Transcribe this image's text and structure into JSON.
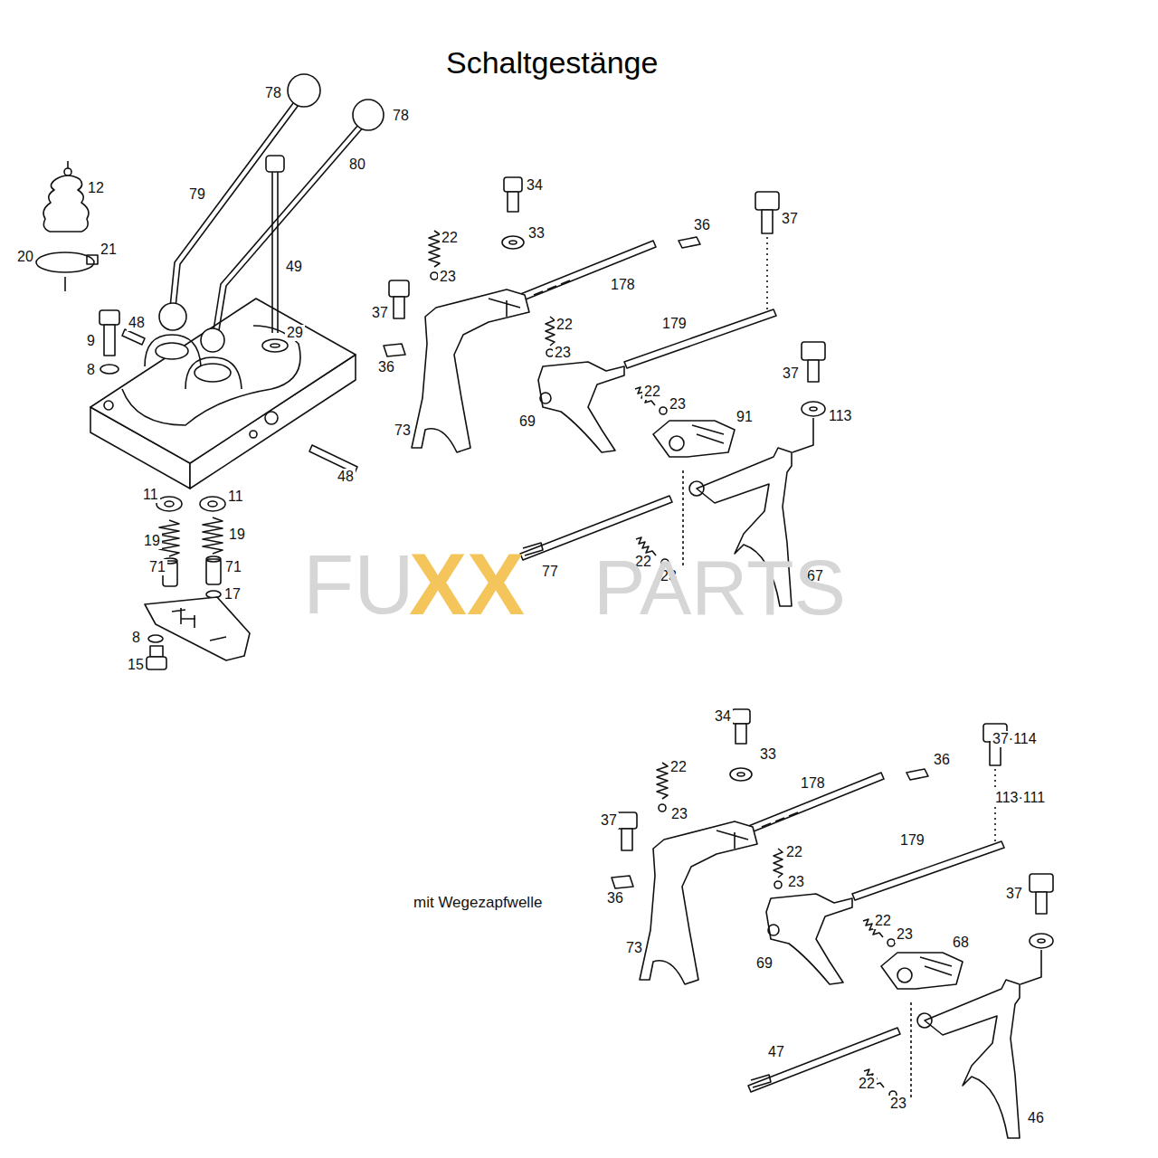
{
  "diagram": {
    "title": "Schaltgestänge",
    "labels": [
      "78",
      "78",
      "79",
      "80",
      "12",
      "20",
      "21",
      "49",
      "48",
      "9",
      "8",
      "29",
      "48",
      "11",
      "11",
      "19",
      "19",
      "71",
      "71",
      "17",
      "8",
      "15",
      "22",
      "23",
      "34",
      "33",
      "36",
      "37",
      "178",
      "37",
      "36",
      "22",
      "23",
      "179",
      "37",
      "113",
      "22",
      "23",
      "91",
      "73",
      "69",
      "77",
      "22",
      "23",
      "67",
      "34",
      "22",
      "33",
      "178",
      "36",
      "37·114",
      "23",
      "37",
      "22",
      "113·111",
      "179",
      "23",
      "36",
      "mit Wegezapfwelle",
      "22",
      "23",
      "68",
      "73",
      "69",
      "37",
      "47",
      "22",
      "23",
      "46",
      "FU",
      "XX",
      "PARTS"
    ]
  }
}
